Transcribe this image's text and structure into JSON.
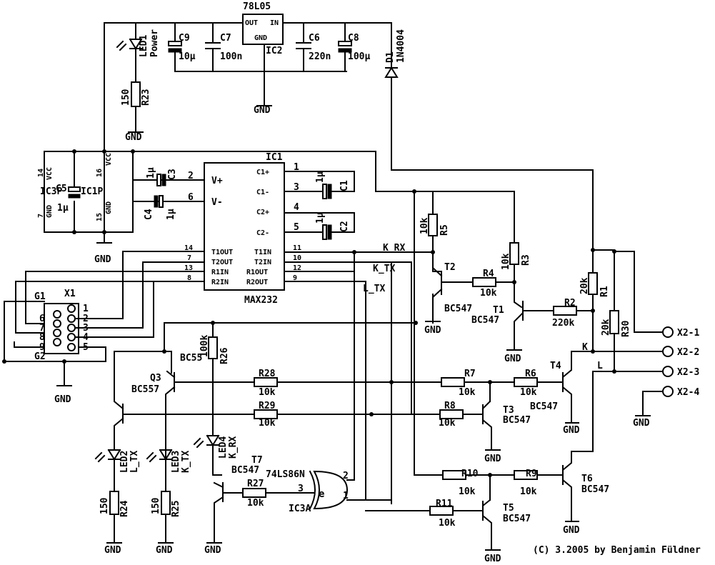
{
  "ic2": {
    "name": "78L05",
    "ref": "IC2",
    "out": "OUT",
    "in": "IN",
    "gnd": "GND"
  },
  "caps_top": {
    "c9": "C9",
    "c9v": "10µ",
    "c7": "C7",
    "c7v": "100n",
    "c6": "C6",
    "c6v": "220n",
    "c8": "C8",
    "c8v": "100µ"
  },
  "led1": {
    "ref": "LED1",
    "label": "Power",
    "r": "R23",
    "rv": "150"
  },
  "d1": {
    "ref": "D1",
    "type": "1N4004"
  },
  "gnd": "GND",
  "ic1": {
    "ref": "IC1",
    "name": "MAX232",
    "left_pins": [
      {
        "num": "2",
        "name": "V+"
      },
      {
        "num": "6",
        "name": "V-"
      },
      {
        "num": "14",
        "name": "T1OUT"
      },
      {
        "num": "7",
        "name": "T2OUT"
      },
      {
        "num": "13",
        "name": "R1IN"
      },
      {
        "num": "8",
        "name": "R2IN"
      }
    ],
    "right_pins": [
      {
        "num": "1",
        "name": "C1+"
      },
      {
        "num": "3",
        "name": "C1-"
      },
      {
        "num": "4",
        "name": "C2+"
      },
      {
        "num": "5",
        "name": "C2-"
      },
      {
        "num": "11",
        "name": "T1IN"
      },
      {
        "num": "10",
        "name": "T2IN"
      },
      {
        "num": "12",
        "name": "R1OUT"
      },
      {
        "num": "9",
        "name": "R2OUT"
      }
    ]
  },
  "caps_ic1": {
    "c1": "C1",
    "c2": "C2",
    "c3": "C3",
    "c4": "C4",
    "v": "1µ"
  },
  "power_block": {
    "ic3p": "IC3P",
    "ic1p": "IC1P",
    "c5": "C5",
    "c5v": "1µ",
    "p14": "14",
    "p7": "7",
    "p16": "16",
    "p15": "15",
    "vcc": "VCC",
    "gnd_small": "GND"
  },
  "nets": {
    "k_rx": "K_RX",
    "k_tx": "K_TX",
    "l_tx": "L_TX",
    "k": "K",
    "l": "L"
  },
  "x1": {
    "ref": "X1",
    "g1": "G1",
    "g2": "G2",
    "pins": [
      "1",
      "2",
      "3",
      "4",
      "5",
      "6",
      "7",
      "8",
      "9"
    ]
  },
  "resistors": {
    "r1": "R1",
    "r1v": "20k",
    "r2": "R2",
    "r2v": "220k",
    "r3": "R3",
    "r3v": "10k",
    "r4": "R4",
    "r4v": "10k",
    "r5": "R5",
    "r5v": "10k",
    "r6": "R6",
    "r6v": "10k",
    "r7": "R7",
    "r7v": "10k",
    "r8": "R8",
    "r8v": "10k",
    "r9": "R9",
    "r9v": "10k",
    "r10": "R10",
    "r10v": "10k",
    "r11": "R11",
    "r11v": "10k",
    "r24": "R24",
    "r24v": "150",
    "r25": "R25",
    "r25v": "150",
    "r26": "R26",
    "r26v": "100k",
    "r27": "R27",
    "r27v": "10k",
    "r28": "R28",
    "r28v": "10k",
    "r29": "R29",
    "r29v": "10k",
    "r30": "R30",
    "r30v": "20k"
  },
  "transistors": {
    "t1": "T1",
    "t2": "T2",
    "t3": "T3",
    "t4": "T4",
    "t5": "T5",
    "t6": "T6",
    "t7": "T7",
    "q3": "Q3",
    "bc547": "BC547",
    "bc557": "BC557",
    "bc5_overlap": "BC55"
  },
  "leds": {
    "led2": "LED2",
    "led2l": "L_TX",
    "led3": "LED3",
    "led3l": "K_TX",
    "led4": "LED4",
    "led4l": "K_RX"
  },
  "ic3a": {
    "type": "74LS86N",
    "ref": "IC3A",
    "sym": "e",
    "p1": "1",
    "p2": "2",
    "p3": "3"
  },
  "x2": [
    "X2-1",
    "X2-2",
    "X2-3",
    "X2-4"
  ],
  "copyright": "(C) 3.2005 by Benjamin Füldner"
}
